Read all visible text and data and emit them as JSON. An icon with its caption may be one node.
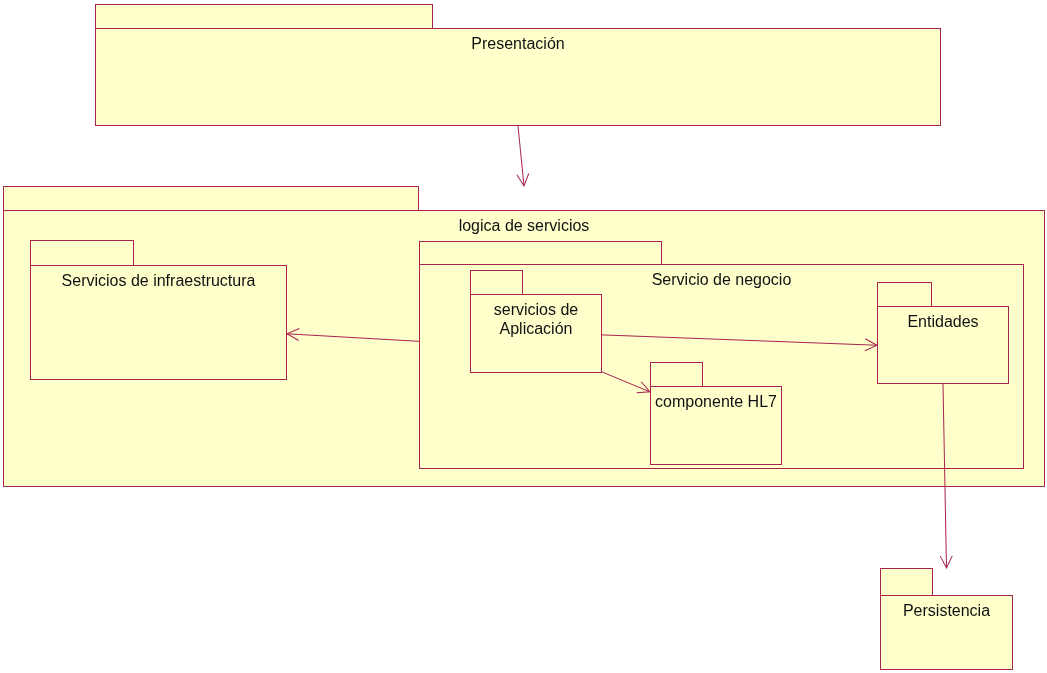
{
  "diagram": {
    "nodes": [
      {
        "text": [
          "Presentación"
        ]
      },
      {
        "text": [
          "logica de servicios"
        ]
      },
      {
        "text": [
          "Servicios de infraestructura"
        ],
        "in": 1
      },
      {
        "text": [
          "Servicio de negocio"
        ],
        "in": 1
      },
      {
        "text": [
          "servicios de Aplicación"
        ],
        "in": 3
      },
      {
        "text": [
          "Entidades"
        ],
        "in": 3
      },
      {
        "text": [
          "componente HL7"
        ],
        "in": 3
      },
      {
        "text": [
          "Persistencia"
        ]
      }
    ],
    "edges": [
      {
        "from": 0,
        "to": 1,
        "arrow": "to"
      },
      {
        "from": 3,
        "to": 2,
        "arrow": "to"
      },
      {
        "from": 4,
        "to": 5,
        "arrow": "to"
      },
      {
        "from": 4,
        "to": 6,
        "arrow": "to"
      },
      {
        "from": 5,
        "to": 7,
        "arrow": "to"
      }
    ]
  }
}
